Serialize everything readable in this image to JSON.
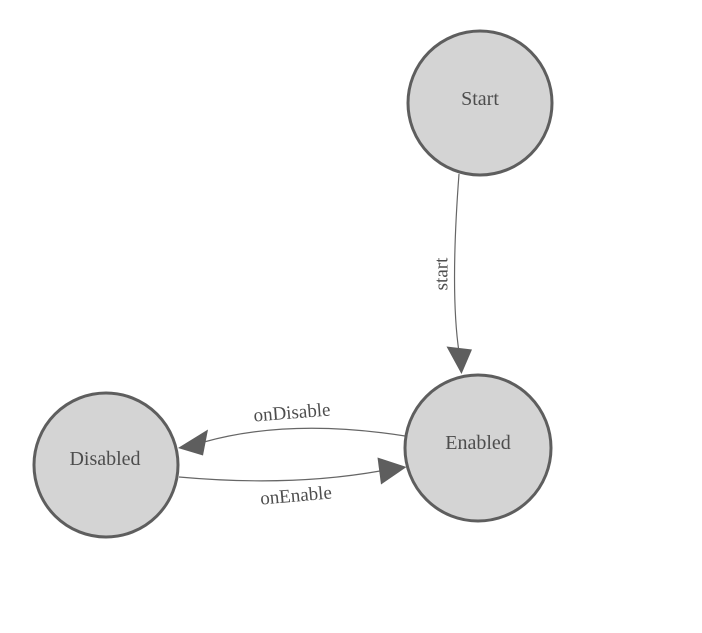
{
  "diagram": {
    "type": "state-machine",
    "states": [
      {
        "id": "start",
        "label": "Start"
      },
      {
        "id": "enabled",
        "label": "Enabled"
      },
      {
        "id": "disabled",
        "label": "Disabled"
      }
    ],
    "transitions": [
      {
        "from": "Start",
        "to": "Enabled",
        "label": "start"
      },
      {
        "from": "Enabled",
        "to": "Disabled",
        "label": "onDisable"
      },
      {
        "from": "Disabled",
        "to": "Enabled",
        "label": "onEnable"
      }
    ],
    "colors": {
      "background": "#ffffff",
      "state_fill": "#d4d4d4",
      "state_border": "#5e5e5e",
      "edge_line": "#666666",
      "arrowhead_fill": "#5e5e5e",
      "label_text": "#4d4d4d"
    }
  }
}
